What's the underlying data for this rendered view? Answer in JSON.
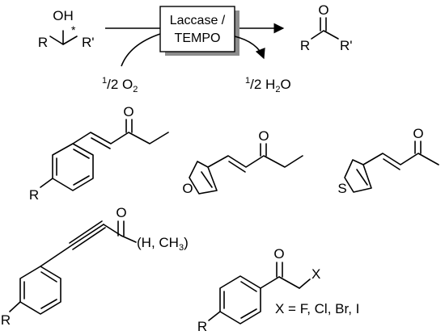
{
  "reaction": {
    "substrate": {
      "hydroxyl": "OH",
      "stereo_mark": "*",
      "group_r": "R",
      "group_r_prime": "R'"
    },
    "catalyst": {
      "line1": "Laccase /",
      "line2": "TEMPO"
    },
    "oxidant": {
      "prefix": "1",
      "suffix": "/2 O",
      "subscript": "2"
    },
    "byproduct": {
      "prefix": "1",
      "suffix": "/2 H",
      "subscript": "2",
      "tail": "O"
    },
    "product": {
      "carbonyl": "O",
      "group_r": "R",
      "group_r_prime": "R'"
    }
  },
  "substrates": {
    "enone_aryl": {
      "carbonyl": "O",
      "substituent": "R"
    },
    "enone_furyl": {
      "carbonyl": "O",
      "heteroatom": "O"
    },
    "enone_thienyl": {
      "carbonyl": "O",
      "heteroatom": "S"
    },
    "ynone_aryl": {
      "carbonyl": "O",
      "end_group": "(H, CH",
      "end_group_subscript": "3",
      "end_group_close": ")",
      "substituent": "R"
    },
    "haloketone": {
      "carbonyl": "O",
      "halogen": "X",
      "substituent": "R",
      "halogen_definition": "X = F, Cl, Br, I"
    }
  }
}
